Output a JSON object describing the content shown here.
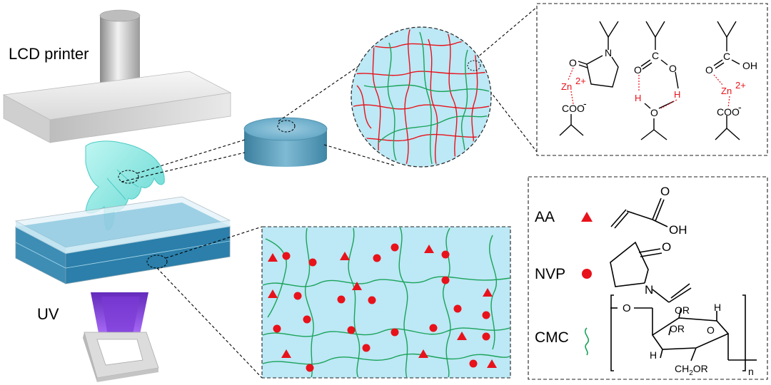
{
  "labels": {
    "printer": "LCD printer",
    "uv": "UV"
  },
  "legend": {
    "aa": "AA",
    "nvp": "NVP",
    "cmc": "CMC"
  },
  "chem": {
    "o": "O",
    "n": "N",
    "oh": "OH",
    "h": "H",
    "zn": "Zn",
    "zn_charge": "2+",
    "coo": "COO",
    "minus": "-",
    "c": "C",
    "or": "OR",
    "ch2or_a": "CH",
    "ch2or_sub": "2",
    "ch2or_b": "OR",
    "n_sub": "n"
  },
  "colors": {
    "gel": "#bde8f5",
    "red_chain": "#e8121b",
    "green_chain": "#1aa35a",
    "water": "#1f7fae",
    "uv": "#7a2bd8"
  }
}
